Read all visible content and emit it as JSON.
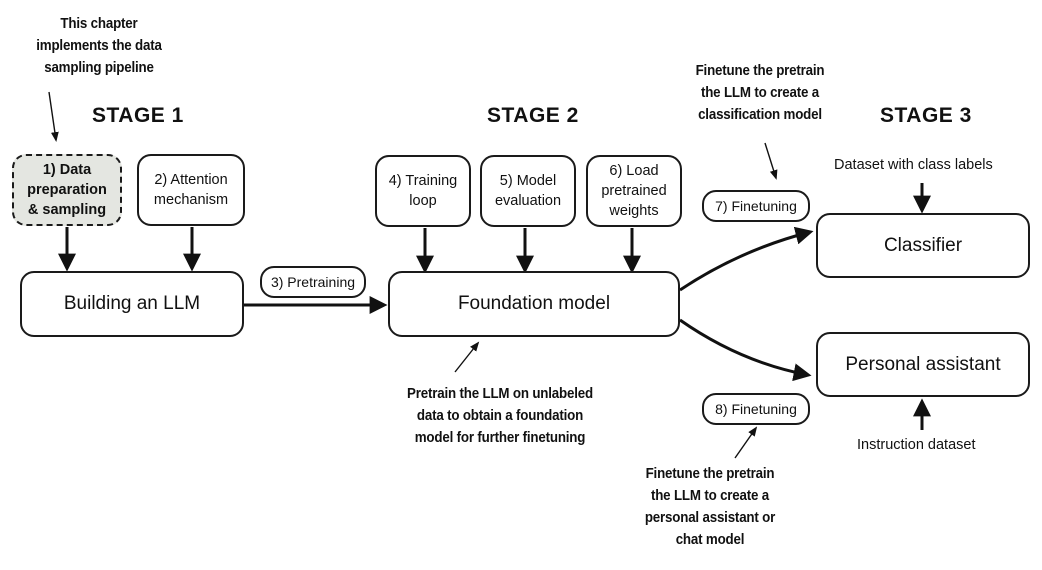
{
  "stages": {
    "stage1": "Stage 1",
    "stage2": "Stage 2",
    "stage3": "Stage 3"
  },
  "notes": {
    "chapter": "This chapter\nimplements the data\nsampling pipeline",
    "pretrain": "Pretrain the LLM on unlabeled\ndata to obtain a foundation\nmodel for further finetuning",
    "finetune_classifier": "Finetune the pretrain\nthe LLM to create a\nclassification model",
    "finetune_assistant": "Finetune the pretrain\nthe LLM to create a\npersonal assistant or\nchat model"
  },
  "steps": {
    "data_prep": "1) Data\npreparation\n& sampling",
    "attention": "2) Attention\nmechanism",
    "pretraining": "3) Pretraining",
    "training_loop": "4) Training\nloop",
    "model_eval": "5) Model\nevaluation",
    "load_weights": "6) Load\npretrained\nweights",
    "finetuning7": "7) Finetuning",
    "finetuning8": "8) Finetuning"
  },
  "boxes": {
    "building": "Building an LLM",
    "foundation": "Foundation model",
    "classifier": "Classifier",
    "assistant": "Personal assistant"
  },
  "inputs": {
    "class_labels": "Dataset with class labels",
    "instruction": "Instruction dataset"
  }
}
